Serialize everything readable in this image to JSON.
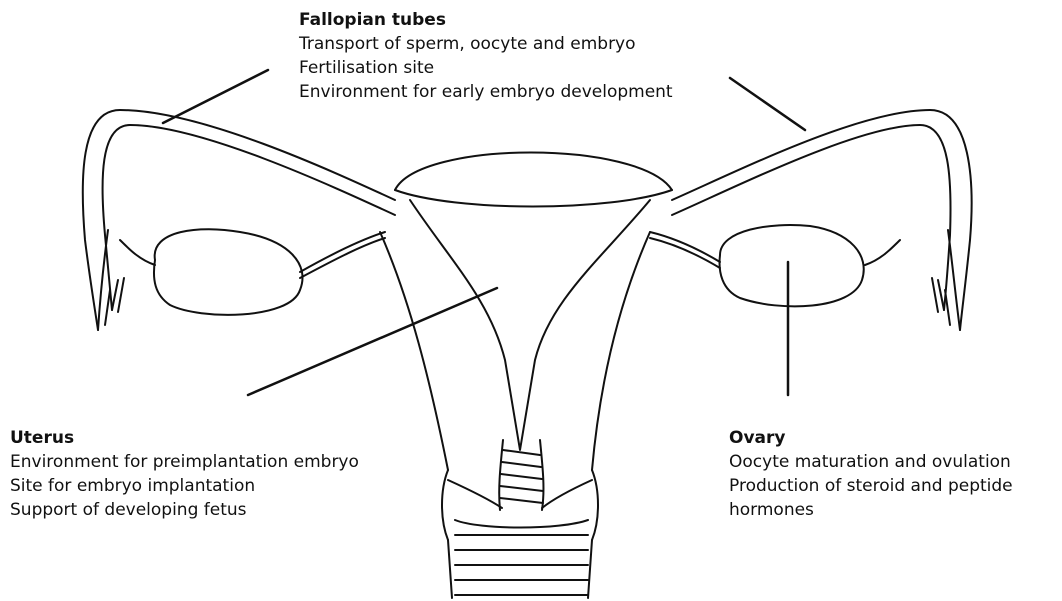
{
  "fallopian_tubes": {
    "title": "Fallopian tubes",
    "lines": [
      "Transport of sperm, oocyte and embryo",
      "Fertilisation site",
      "Environment for early embryo development"
    ]
  },
  "uterus": {
    "title": "Uterus",
    "lines": [
      "Environment for preimplantation embryo",
      "Site for embryo implantation",
      "Support of developing fetus"
    ]
  },
  "ovary": {
    "title": "Ovary",
    "lines": [
      "Oocyte maturation and ovulation",
      "Production of steroid and peptide",
      "hormones"
    ]
  },
  "colors": {
    "ink": "#111111",
    "background": "#ffffff"
  }
}
